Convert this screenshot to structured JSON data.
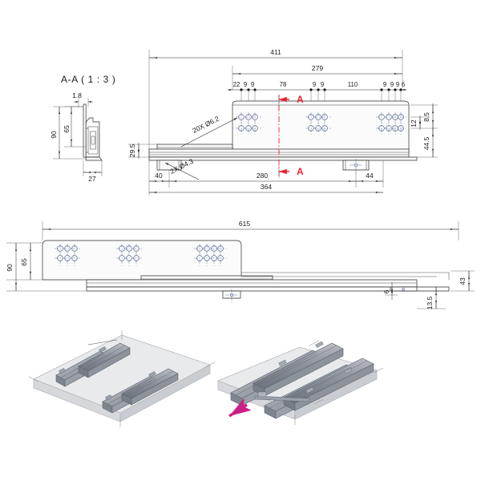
{
  "drawing": {
    "title": "Drawer slide technical drawing",
    "section_title": "A-A ( 1 : 3 )",
    "section_marker_letter": "A",
    "colors": {
      "section_red": "#e8232a",
      "hole_blue": "#59688f",
      "line_dark": "#2b2b2b",
      "arrow_magenta": "#cc1f86",
      "background": "#ffffff"
    }
  },
  "section_view": {
    "name": "A-A ( 1 : 3 )",
    "dims": {
      "thickness": "1.8",
      "inner_height": "65",
      "total_height": "90",
      "width": "27"
    }
  },
  "top_view": {
    "overall": "411",
    "secondary": "279",
    "hole_chain": [
      "22",
      "9",
      "9",
      "78",
      "9",
      "9",
      "110",
      "9",
      "9",
      "9",
      "6"
    ],
    "bottom_chain": [
      "40",
      "280",
      "44"
    ],
    "bottom_overall": "364",
    "left_vertical": "29.5",
    "right_vertical": [
      "8.5",
      "12",
      "44.5"
    ],
    "callouts": [
      "20X Ø6.2",
      "2X Ø4.3"
    ],
    "hole_groups": [
      {
        "count_per_row": 3,
        "rows": 2
      },
      {
        "count_per_row": 3,
        "rows": 2
      },
      {
        "count_per_row": 4,
        "rows": 2
      }
    ]
  },
  "middle_view": {
    "overall": "615",
    "left_vertical": [
      "90",
      "65"
    ],
    "right_vertical": [
      "43",
      "13.5"
    ],
    "small_dim": "6",
    "hole_groups": [
      {
        "count_per_row": 3,
        "rows": 2
      },
      {
        "count_per_row": 3,
        "rows": 2
      },
      {
        "count_per_row": 4,
        "rows": 2
      }
    ]
  },
  "iso_views": [
    {
      "name": "retracted-assembly",
      "label": ""
    },
    {
      "name": "extended-assembly",
      "label": "",
      "arrow": "pull-direction"
    }
  ]
}
